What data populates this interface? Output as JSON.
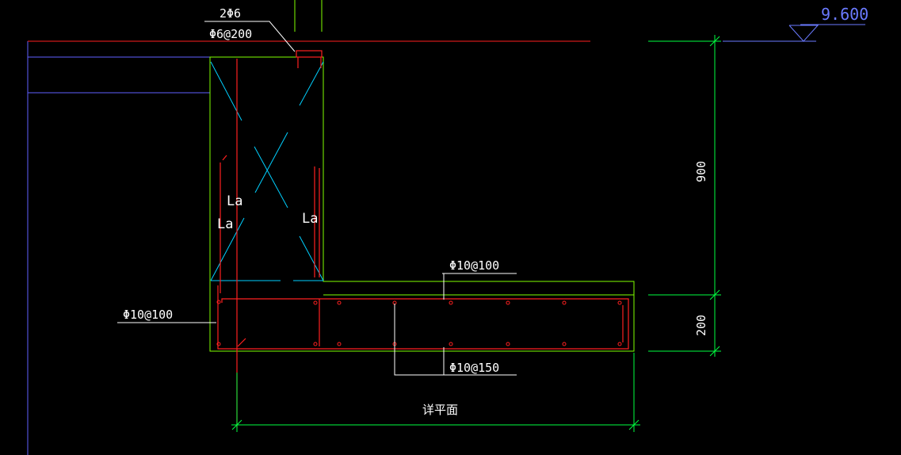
{
  "drawing": {
    "elevation": "9.600",
    "top_rebar": "2Φ6",
    "top_stirrup": "Φ6@200",
    "anchor_labels": [
      "La",
      "La",
      "La"
    ],
    "slab_top_rebar": "Φ10@100",
    "left_rebar": "Φ10@100",
    "slab_bottom_rebar": "Φ10@150",
    "dim_wall_height": "900",
    "dim_slab_thickness": "200",
    "dim_width_note": "详平面"
  },
  "colors": {
    "background": "#000000",
    "concrete_outline": "#7fff00",
    "rebar": "#ff2020",
    "hatch": "#00d0ff",
    "dimension": "#00ff40",
    "grid": "#6060ff",
    "elevation": "#6a7aff",
    "text": "#ffffff"
  }
}
